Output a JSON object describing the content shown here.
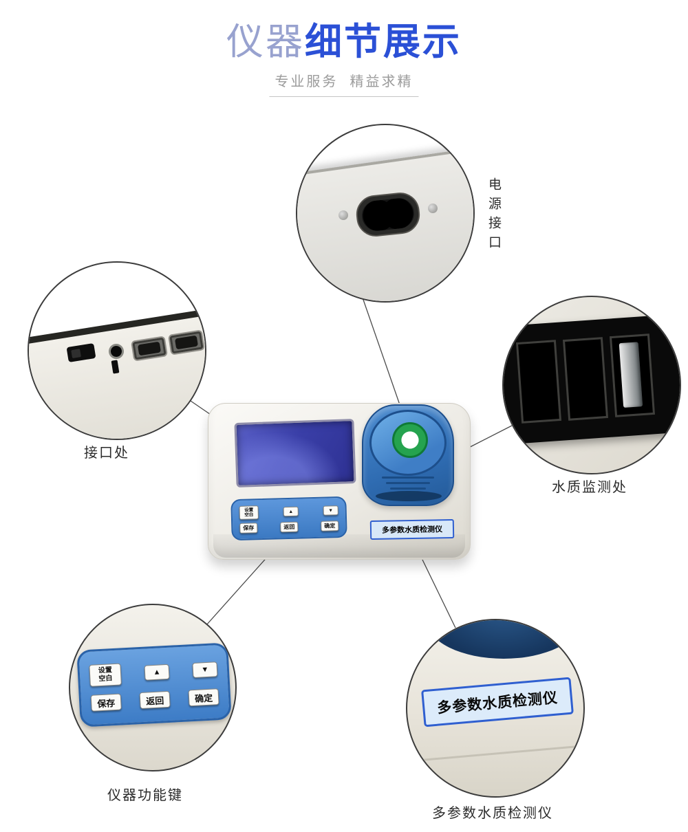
{
  "header": {
    "title_light": "仪器",
    "title_bold": "细节展示",
    "subtitle": "专业服务  精益求精"
  },
  "callouts": {
    "power": {
      "label": "电源接口"
    },
    "ports": {
      "label": "接口处"
    },
    "detect": {
      "label": "水质监测处"
    },
    "keys": {
      "label": "仪器功能键"
    },
    "nameplate": {
      "label": "多参数水质检测仪"
    }
  },
  "keypad": {
    "set": "设置",
    "blank": "空白",
    "up": "▲",
    "down": "▼",
    "save": "保存",
    "back": "返回",
    "ok": "确定"
  },
  "device": {
    "nameplate": "多参数水质检测仪"
  },
  "colors": {
    "accent_blue": "#2b50d6",
    "title_light_blue": "#98a2cf",
    "keypad_blue": "#4c8ad2",
    "lid_blue": "#3f7ec6",
    "logo_green": "#25a34f",
    "label_border_blue": "#2f5fd0"
  }
}
